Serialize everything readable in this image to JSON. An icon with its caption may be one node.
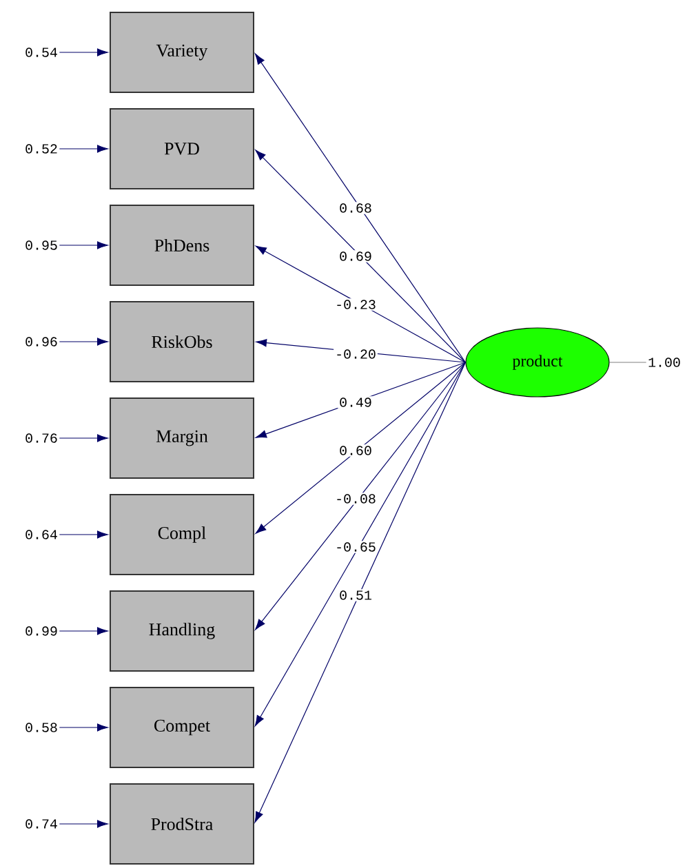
{
  "diagram": {
    "nodes": [
      {
        "text": [
          "Variety"
        ]
      },
      {
        "text": [
          "PVD"
        ]
      },
      {
        "text": [
          "PhDens"
        ]
      },
      {
        "text": [
          "RiskObs"
        ]
      },
      {
        "text": [
          "Margin"
        ]
      },
      {
        "text": [
          "Compl"
        ]
      },
      {
        "text": [
          "Handling"
        ]
      },
      {
        "text": [
          "Compet"
        ]
      },
      {
        "text": [
          "ProdStra"
        ]
      },
      {
        "text": [
          "product"
        ]
      },
      {
        "text": [
          "0.54"
        ]
      },
      {
        "text": [
          "0.52"
        ]
      },
      {
        "text": [
          "0.95"
        ]
      },
      {
        "text": [
          "0.96"
        ]
      },
      {
        "text": [
          "0.76"
        ]
      },
      {
        "text": [
          "0.64"
        ]
      },
      {
        "text": [
          "0.99"
        ]
      },
      {
        "text": [
          "0.58"
        ]
      },
      {
        "text": [
          "0.74"
        ]
      },
      {
        "text": [
          "1.00"
        ]
      }
    ],
    "edges": [
      {
        "from": 9,
        "to": 0,
        "arrow": "to",
        "label": "0.68"
      },
      {
        "from": 9,
        "to": 1,
        "arrow": "to",
        "label": "0.69"
      },
      {
        "from": 9,
        "to": 2,
        "arrow": "to",
        "label": "-0.23"
      },
      {
        "from": 9,
        "to": 3,
        "arrow": "to",
        "label": "-0.20"
      },
      {
        "from": 9,
        "to": 4,
        "arrow": "to",
        "label": "0.49"
      },
      {
        "from": 9,
        "to": 5,
        "arrow": "to",
        "label": "0.60"
      },
      {
        "from": 9,
        "to": 6,
        "arrow": "to",
        "label": "-0.08"
      },
      {
        "from": 9,
        "to": 7,
        "arrow": "to",
        "label": "-0.65"
      },
      {
        "from": 9,
        "to": 8,
        "arrow": "to",
        "label": "0.51"
      },
      {
        "from": 10,
        "to": 0,
        "arrow": "to"
      },
      {
        "from": 11,
        "to": 1,
        "arrow": "to"
      },
      {
        "from": 12,
        "to": 2,
        "arrow": "to"
      },
      {
        "from": 13,
        "to": 3,
        "arrow": "to"
      },
      {
        "from": 14,
        "to": 4,
        "arrow": "to"
      },
      {
        "from": 15,
        "to": 5,
        "arrow": "to"
      },
      {
        "from": 16,
        "to": 6,
        "arrow": "to"
      },
      {
        "from": 17,
        "to": 7,
        "arrow": "to"
      },
      {
        "from": 18,
        "to": 8,
        "arrow": "to"
      },
      {
        "from": 9,
        "to": 19,
        "arrow": "none",
        "color": "#808080"
      }
    ]
  }
}
